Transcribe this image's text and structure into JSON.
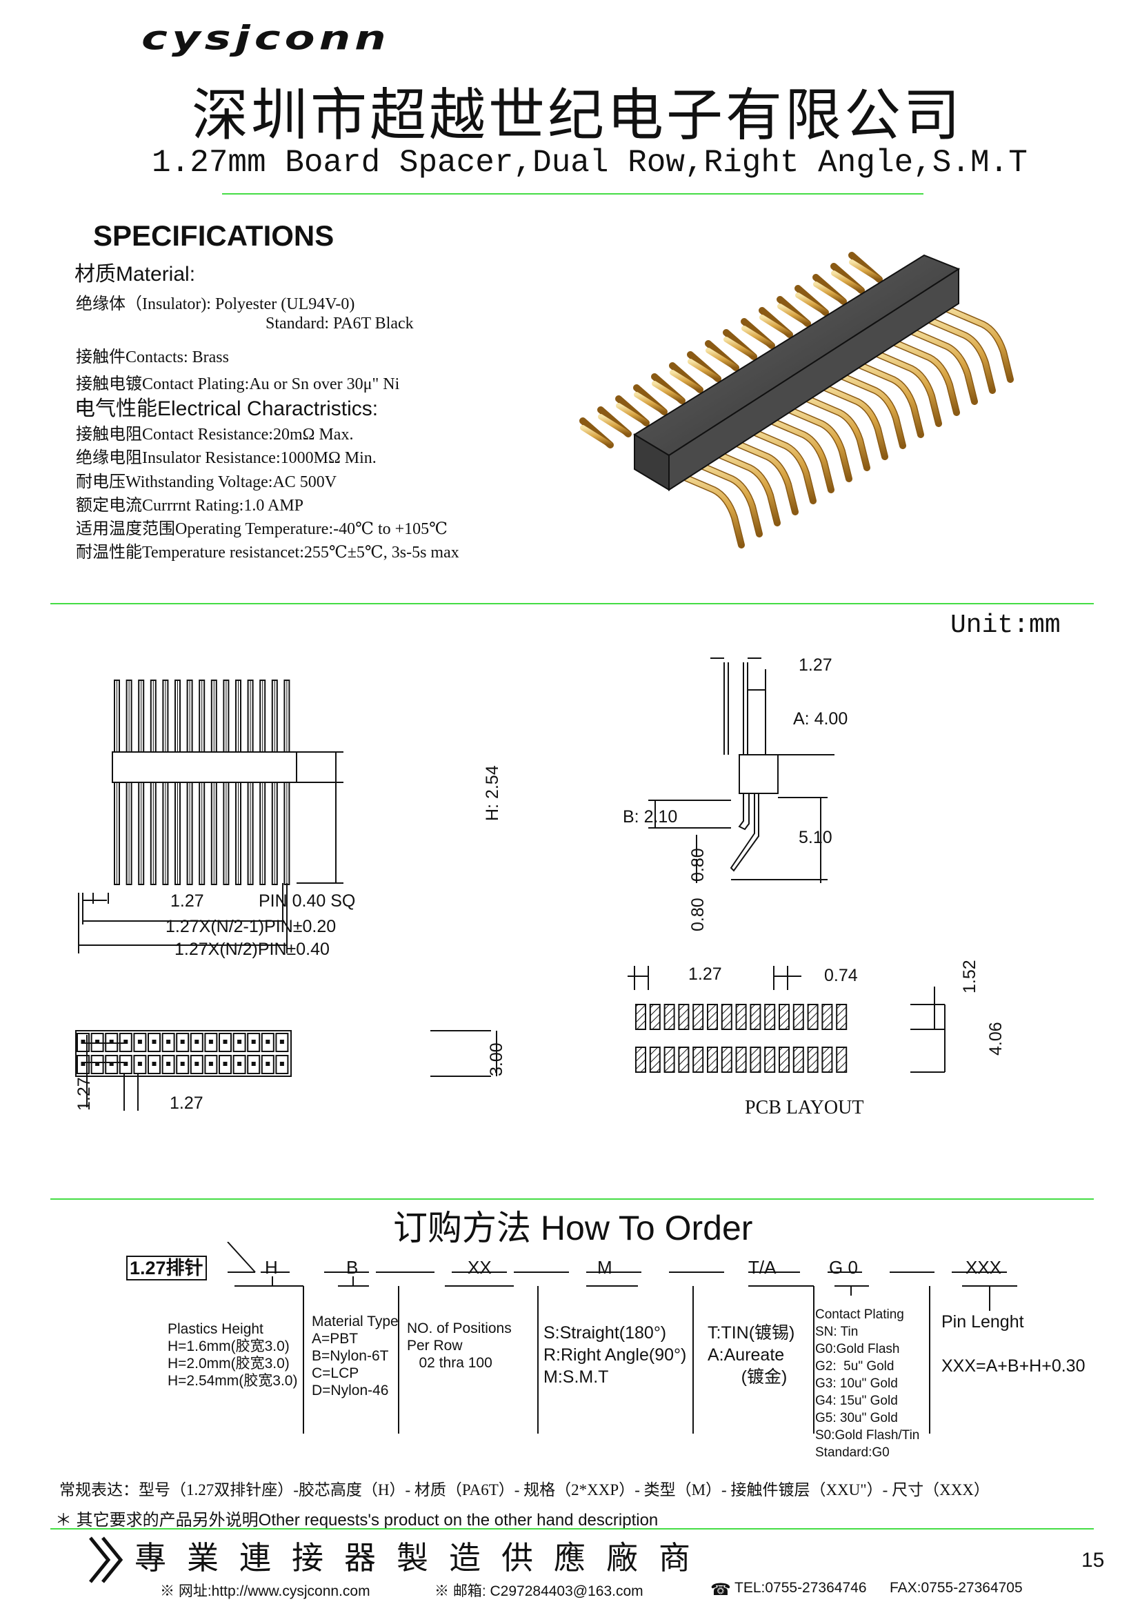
{
  "header": {
    "logo": "cysjconn",
    "company": "深圳市超越世纪电子有限公司",
    "subtitle": "1.27mm Board Spacer,Dual Row,Right Angle,S.M.T"
  },
  "specifications": {
    "heading": "SPECIFICATIONS",
    "material_heading_cn": "材质",
    "material_heading_en": "Material:",
    "insulator": "绝缘体（Insulator): Polyester (UL94V-0)",
    "standard": "Standard: PA6T Black",
    "contacts": "接触件Contacts: Brass",
    "plating": "接触电镀Contact Plating:Au or Sn over 30μ\" Ni",
    "electrical_heading_cn": "电气性能",
    "electrical_heading_en": "Electrical Charactristics:",
    "contact_resistance": "接触电阻Contact Resistance:20mΩ Max.",
    "insulator_resistance": "绝缘电阻Insulator Resistance:1000MΩ Min.",
    "withstanding_voltage": "耐电压Withstanding Voltage:AC 500V",
    "current_rating": "额定电流Currrnt Rating:1.0 AMP",
    "operating_temp": "适用温度范围Operating Temperature:-40℃ to +105℃",
    "temp_resistance": "耐温性能Temperature resistancet:255℃±5℃, 3s-5s max"
  },
  "drawing": {
    "unit": "Unit:mm",
    "front": {
      "h": "H: 2.54",
      "pitch": "1.27",
      "pin": "PIN 0.40 SQ",
      "dim1": "1.27X(N/2-1)PIN±0.20",
      "dim2": "1.27X(N/2)PIN±0.40"
    },
    "top": {
      "row_pitch": "1.27",
      "pitch": "1.27",
      "width": "3.00"
    },
    "side": {
      "pitch": "1.27",
      "a": "A: 4.00",
      "b": "B: 2.10",
      "len": "5.10",
      "d1": "0.80",
      "d2": "0.80"
    },
    "pcb": {
      "pitch": "1.27",
      "pad": "0.74",
      "pad_len": "1.52",
      "row_span": "4.06",
      "label": "PCB LAYOUT"
    }
  },
  "order": {
    "title_cn": "订购方法",
    "title_en": "How To Order",
    "part": "1.27排针",
    "codes": [
      "H",
      "B",
      "XX",
      "M",
      "T/A",
      "G 0",
      "XXX"
    ],
    "h_block": "Plastics Height\nH=1.6mm(胶宽3.0)\nH=2.0mm(胶宽3.0)\nH=2.54mm(胶宽3.0)",
    "b_block": "Material Type\nA=PBT\nB=Nylon-6T\nC=LCP\nD=Nylon-46",
    "xx_block": "NO. of Positions\nPer Row\n   02 thra 100",
    "m_block": "S:Straight(180°)\nR:Right Angle(90°)\nM:S.M.T",
    "ta_block": "T:TIN(镀锡)\nA:Aureate\n       (镀金)",
    "g_block": "Contact Plating\nSN: Tin\nG0:Gold Flash\nG2:  5u\" Gold\nG3: 10u\" Gold\nG4: 15u\" Gold\nG5: 30u\" Gold\nS0:Gold Flash/Tin\nStandard:G0",
    "xxx_block": "Pin Lenght\n\nXXX=A+B+H+0.30",
    "regular": "常规表达：型号（1.27双排针座）-胶芯高度（H）- 材质（PA6T）- 规格（2*XXP）- 类型（M）- 接触件镀层（XXU\"）- 尺寸（XXX）",
    "note": "＊ 其它要求的产品另外说明Other requests's product on the other hand description"
  },
  "footer": {
    "slogan": "專業連接器製造供應廠商",
    "page": "15",
    "website": "※ 网址:http://www.cysjconn.com",
    "email": "※ 邮箱: C297284403@163.com",
    "tel": "TEL:0755-27364746",
    "fax": "FAX:0755-27364705"
  }
}
